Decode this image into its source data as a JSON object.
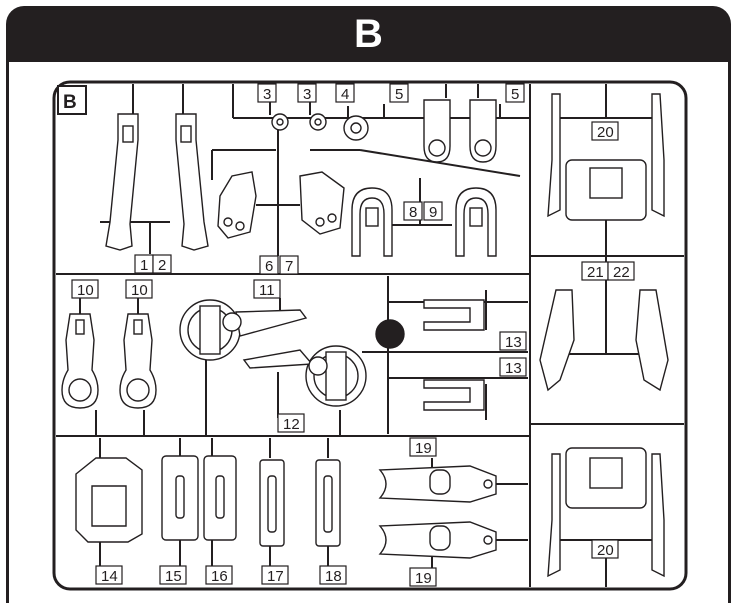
{
  "sheet": {
    "title": "B",
    "corner_label": "B"
  },
  "labels": [
    {
      "id": "l1",
      "text": "1"
    },
    {
      "id": "l2",
      "text": "2"
    },
    {
      "id": "l3a",
      "text": "3"
    },
    {
      "id": "l3b",
      "text": "3"
    },
    {
      "id": "l4",
      "text": "4"
    },
    {
      "id": "l5a",
      "text": "5"
    },
    {
      "id": "l5b",
      "text": "5"
    },
    {
      "id": "l6",
      "text": "6"
    },
    {
      "id": "l7",
      "text": "7"
    },
    {
      "id": "l8",
      "text": "8"
    },
    {
      "id": "l9",
      "text": "9"
    },
    {
      "id": "l10a",
      "text": "10"
    },
    {
      "id": "l10b",
      "text": "10"
    },
    {
      "id": "l11",
      "text": "11"
    },
    {
      "id": "l12",
      "text": "12"
    },
    {
      "id": "l13a",
      "text": "13"
    },
    {
      "id": "l13b",
      "text": "13"
    },
    {
      "id": "l14",
      "text": "14"
    },
    {
      "id": "l15",
      "text": "15"
    },
    {
      "id": "l16",
      "text": "16"
    },
    {
      "id": "l17",
      "text": "17"
    },
    {
      "id": "l18",
      "text": "18"
    },
    {
      "id": "l19a",
      "text": "19"
    },
    {
      "id": "l19b",
      "text": "19"
    },
    {
      "id": "l20a",
      "text": "20"
    },
    {
      "id": "l20b",
      "text": "20"
    },
    {
      "id": "l21",
      "text": "21"
    },
    {
      "id": "l22",
      "text": "22"
    }
  ],
  "colors": {
    "ink": "#231f20",
    "paper": "#ffffff"
  }
}
